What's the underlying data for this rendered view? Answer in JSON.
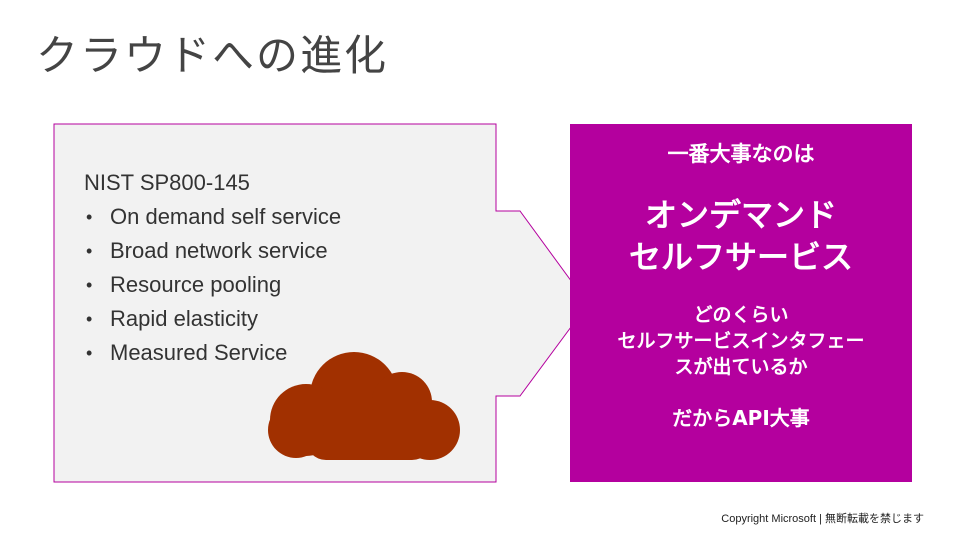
{
  "slide": {
    "title": "クラウドへの進化"
  },
  "left_panel": {
    "heading": "NIST SP800-145",
    "bullet_glyph": "•",
    "items": [
      "On demand self service",
      "Broad network service",
      "Resource pooling",
      "Rapid elasticity",
      "Measured Service"
    ]
  },
  "right_panel": {
    "intro": "一番大事なのは",
    "main_lines": [
      "オンデマンド",
      "セルフサービス"
    ],
    "question_lines": [
      "どのくらい",
      "セルフサービスインタフェー",
      "スが出ているか"
    ],
    "conclusion": "だからAPI大事"
  },
  "footer": {
    "copyright": "Copyright Microsoft | 無断転載を禁じます"
  },
  "colors": {
    "accent": "#b4009e",
    "cloud": "#a13000",
    "panel_fill": "#f2f2f2",
    "title_text": "#444444"
  },
  "icons": {
    "cloud": "cloud-icon",
    "arrow": "arrow-shape"
  }
}
